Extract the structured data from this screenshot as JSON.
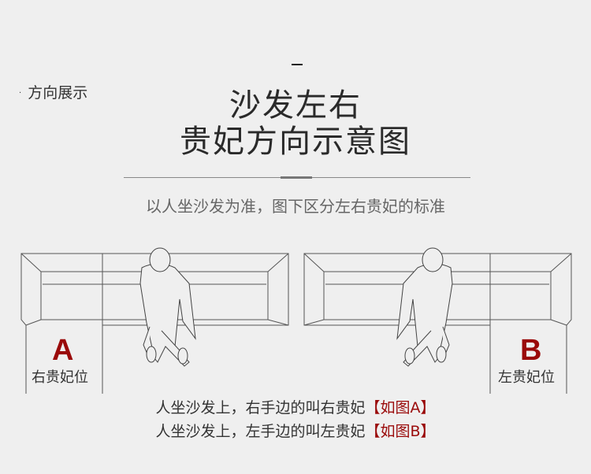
{
  "section_label": "方向展示",
  "title": {
    "line1": "沙发左右",
    "line2": "贵妃方向示意图"
  },
  "subtitle": "以人坐沙发为准，图下区分左右贵妃的标准",
  "diagram_a": {
    "letter": "A",
    "label": "右贵妃位"
  },
  "diagram_b": {
    "letter": "B",
    "label": "左贵妃位"
  },
  "notes": [
    {
      "text": "人坐沙发上，右手边的叫右贵妃",
      "tag": "【如图A】"
    },
    {
      "text": "人坐沙发上，左手边的叫左贵妃",
      "tag": "【如图B】"
    }
  ],
  "colors": {
    "accent": "#9a0a0a",
    "background": "#efefef"
  }
}
